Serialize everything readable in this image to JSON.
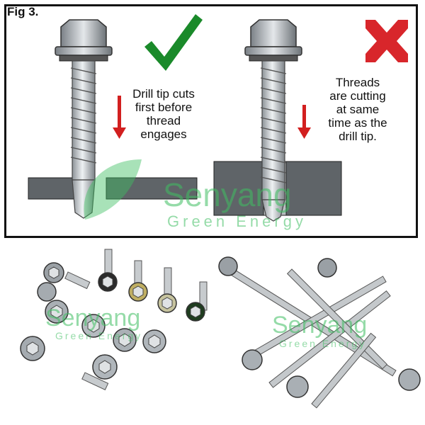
{
  "figure": {
    "label": "Fig 3.",
    "caption_good": [
      "Drill tip cuts",
      "first before",
      "thread",
      "engages"
    ],
    "caption_bad": [
      "Threads",
      "are cutting",
      "at same",
      "time as the",
      "drill tip."
    ]
  },
  "watermark": {
    "brand": "Senyang",
    "tagline": "Green Energy"
  },
  "colors": {
    "check": "#1a8a2a",
    "cross": "#d8262b",
    "arrow": "#d21f1f",
    "watermark": "#3fbf62"
  }
}
